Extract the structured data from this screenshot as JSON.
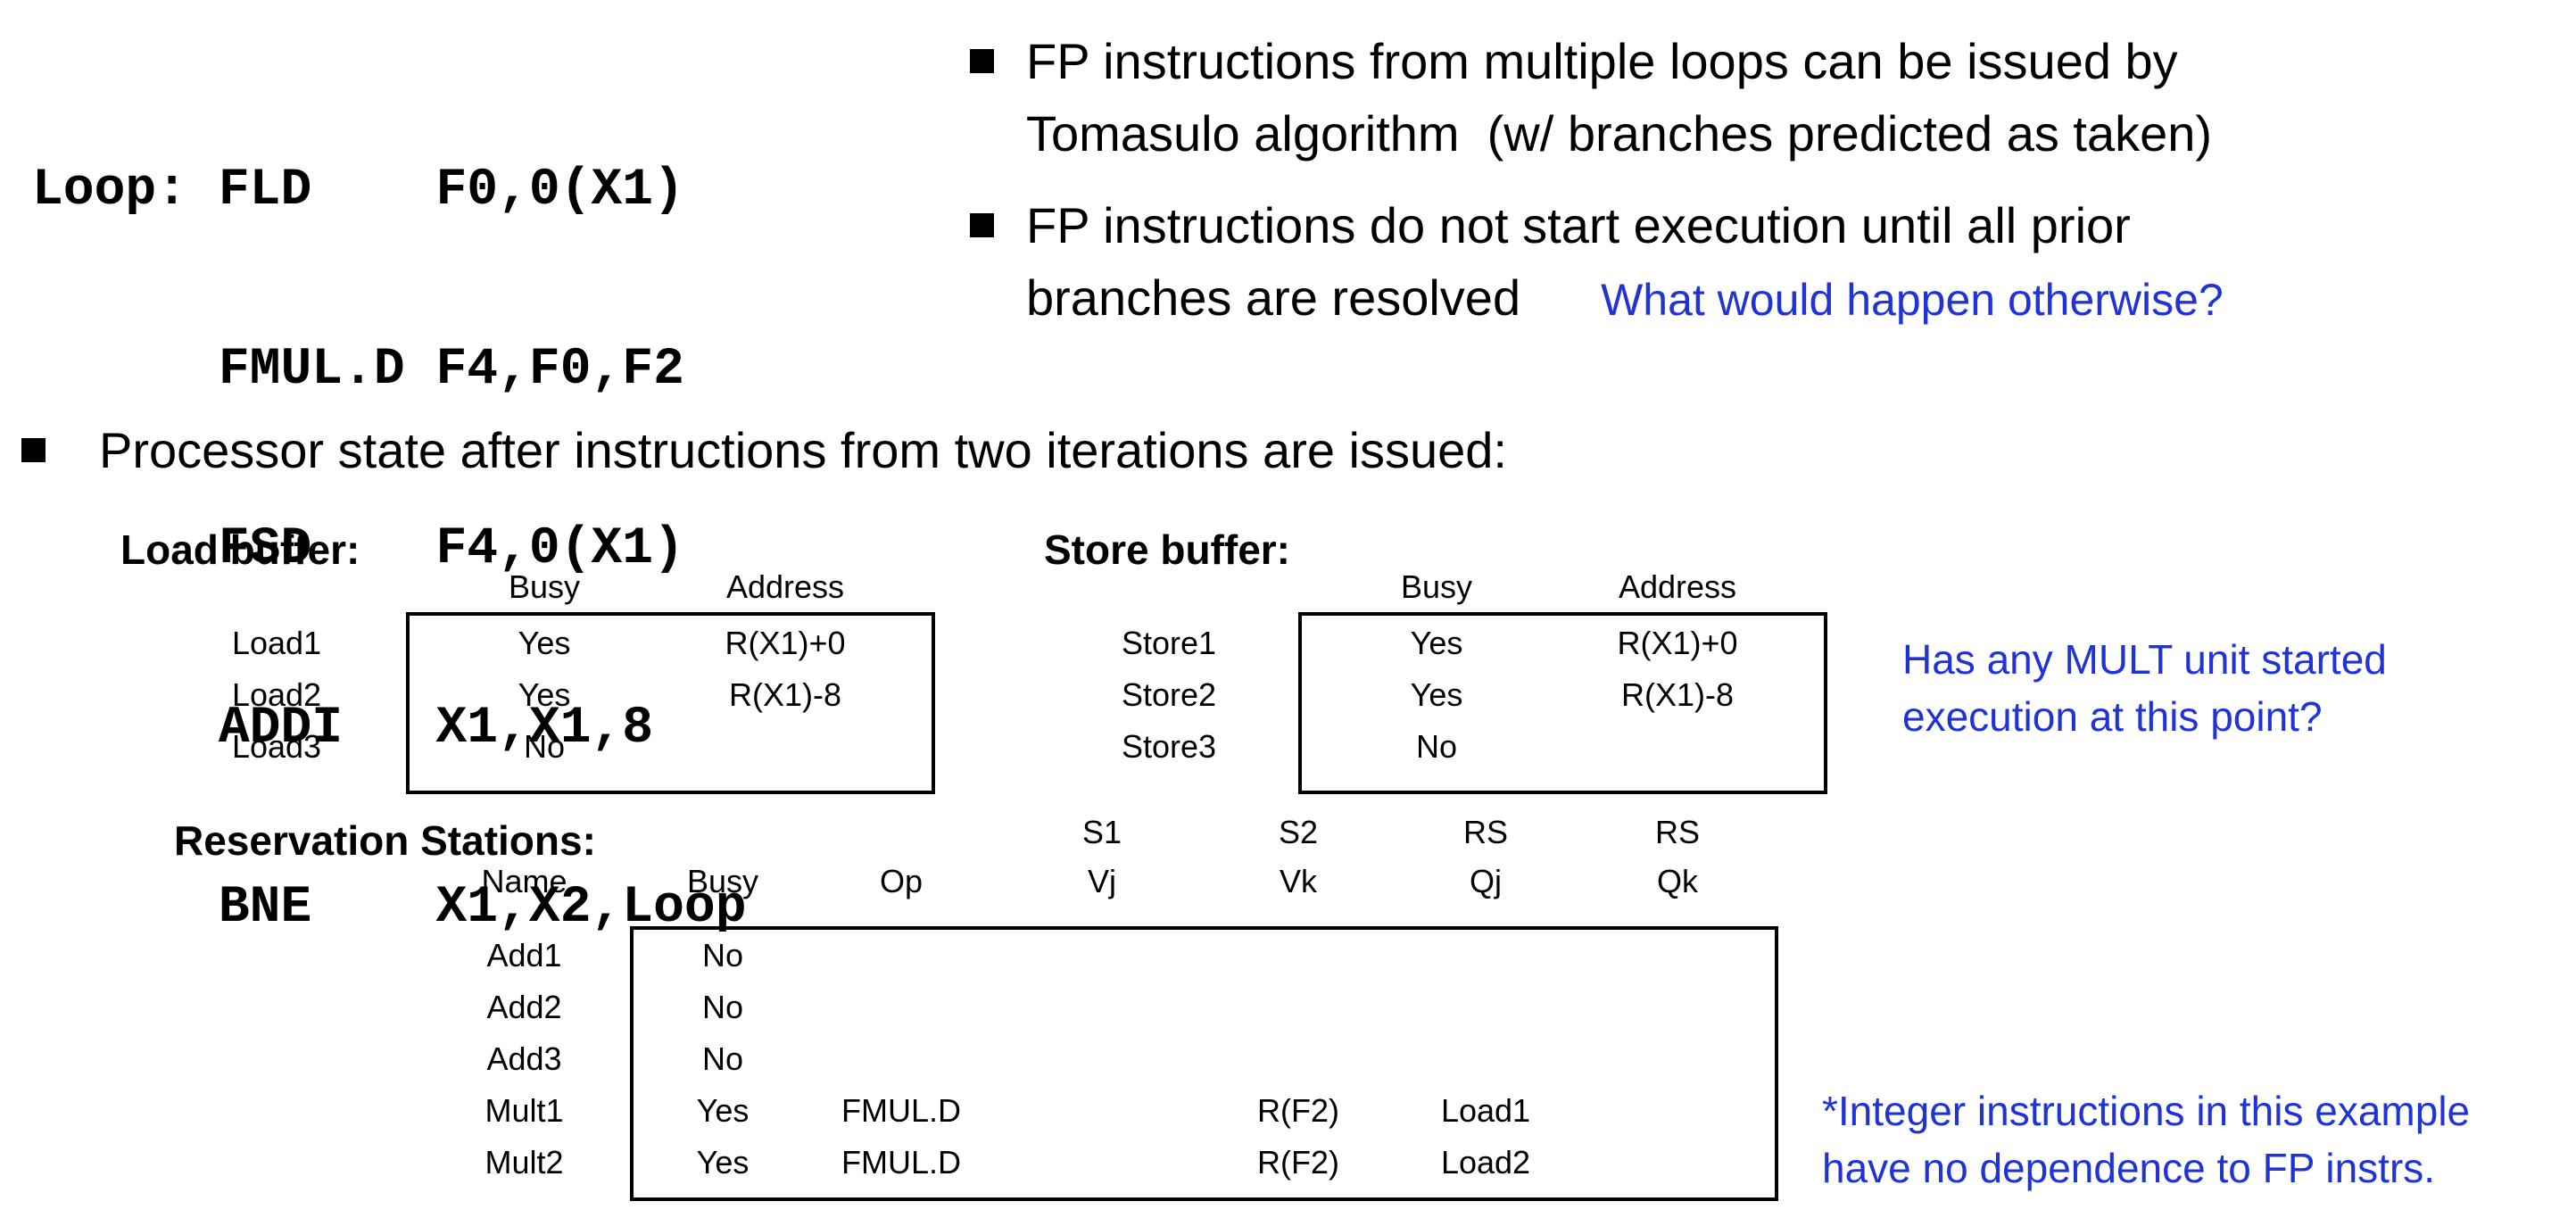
{
  "colors": {
    "accent_blue": "#2033d6"
  },
  "code_lines": [
    "Loop: FLD    F0,0(X1)",
    "      FMUL.D F4,F0,F2",
    "      FSD    F4,0(X1)",
    "      ADDI   X1,X1,8",
    "      BNE    X1,X2,Loop"
  ],
  "bullets": {
    "b1_line1": "FP instructions from multiple loops can be issued by",
    "b1_line2": "Tomasulo algorithm  (w/ branches predicted as taken)",
    "b2_line1": "FP instructions do not start execution until all prior",
    "b2_line2": "branches are resolved",
    "b2_note": "What would happen otherwise?",
    "processor_state": "Processor state after instructions from two iterations are issued:"
  },
  "load_buffer": {
    "title": "Load buffer:",
    "headers": [
      "Busy",
      "Address"
    ],
    "rows": [
      {
        "name": "Load1",
        "busy": "Yes",
        "address": "R(X1)+0"
      },
      {
        "name": "Load2",
        "busy": "Yes",
        "address": "R(X1)-8"
      },
      {
        "name": "Load3",
        "busy": "No",
        "address": ""
      }
    ]
  },
  "store_buffer": {
    "title": "Store buffer:",
    "headers": [
      "Busy",
      "Address"
    ],
    "rows": [
      {
        "name": "Store1",
        "busy": "Yes",
        "address": "R(X1)+0"
      },
      {
        "name": "Store2",
        "busy": "Yes",
        "address": "R(X1)-8"
      },
      {
        "name": "Store3",
        "busy": "No",
        "address": ""
      }
    ]
  },
  "reservation_stations": {
    "title": "Reservation Stations:",
    "super_headers": [
      "S1",
      "S2",
      "RS",
      "RS"
    ],
    "headers": [
      "Name",
      "Busy",
      "Op",
      "Vj",
      "Vk",
      "Qj",
      "Qk"
    ],
    "rows": [
      {
        "name": "Add1",
        "busy": "No",
        "op": "",
        "vj": "",
        "vk": "",
        "qj": "",
        "qk": ""
      },
      {
        "name": "Add2",
        "busy": "No",
        "op": "",
        "vj": "",
        "vk": "",
        "qj": "",
        "qk": ""
      },
      {
        "name": "Add3",
        "busy": "No",
        "op": "",
        "vj": "",
        "vk": "",
        "qj": "",
        "qk": ""
      },
      {
        "name": "Mult1",
        "busy": "Yes",
        "op": "FMUL.D",
        "vj": "",
        "vk": "R(F2)",
        "qj": "Load1",
        "qk": ""
      },
      {
        "name": "Mult2",
        "busy": "Yes",
        "op": "FMUL.D",
        "vj": "",
        "vk": "R(F2)",
        "qj": "Load2",
        "qk": ""
      }
    ]
  },
  "notes": {
    "mult_q_line1": "Has any MULT unit started",
    "mult_q_line2": "execution at this point?",
    "int_note_line1": "*Integer instructions in this example",
    "int_note_line2": "have no dependence to FP instrs."
  }
}
